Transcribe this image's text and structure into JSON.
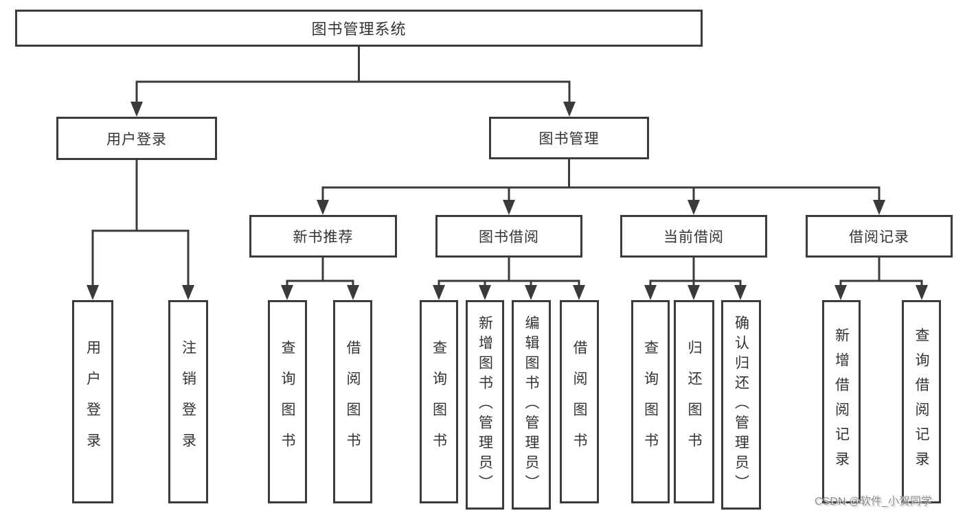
{
  "diagram": {
    "root": {
      "label": "图书管理系统"
    },
    "level2": [
      {
        "label": "用户登录"
      },
      {
        "label": "图书管理"
      }
    ],
    "level3": [
      {
        "label": "新书推荐"
      },
      {
        "label": "图书借阅"
      },
      {
        "label": "当前借阅"
      },
      {
        "label": "借阅记录"
      }
    ],
    "leaves": [
      {
        "label": "用户登录"
      },
      {
        "label": "注销登录"
      },
      {
        "label": "查询图书"
      },
      {
        "label": "借阅图书"
      },
      {
        "label": "查询图书"
      },
      {
        "label": "新增图书（管理员）"
      },
      {
        "label": "编辑图书（管理员）"
      },
      {
        "label": "借阅图书"
      },
      {
        "label": "查询图书"
      },
      {
        "label": "归还图书"
      },
      {
        "label": "确认归还（管理员）"
      },
      {
        "label": "新增借阅记录"
      },
      {
        "label": "查询借阅记录"
      }
    ]
  },
  "watermark": {
    "text": "CSDN @软件_小贺同学"
  },
  "colors": {
    "background": "#ffffff",
    "line": "#3a3a3a",
    "text": "#333333",
    "watermark": "#8f8f8f"
  }
}
